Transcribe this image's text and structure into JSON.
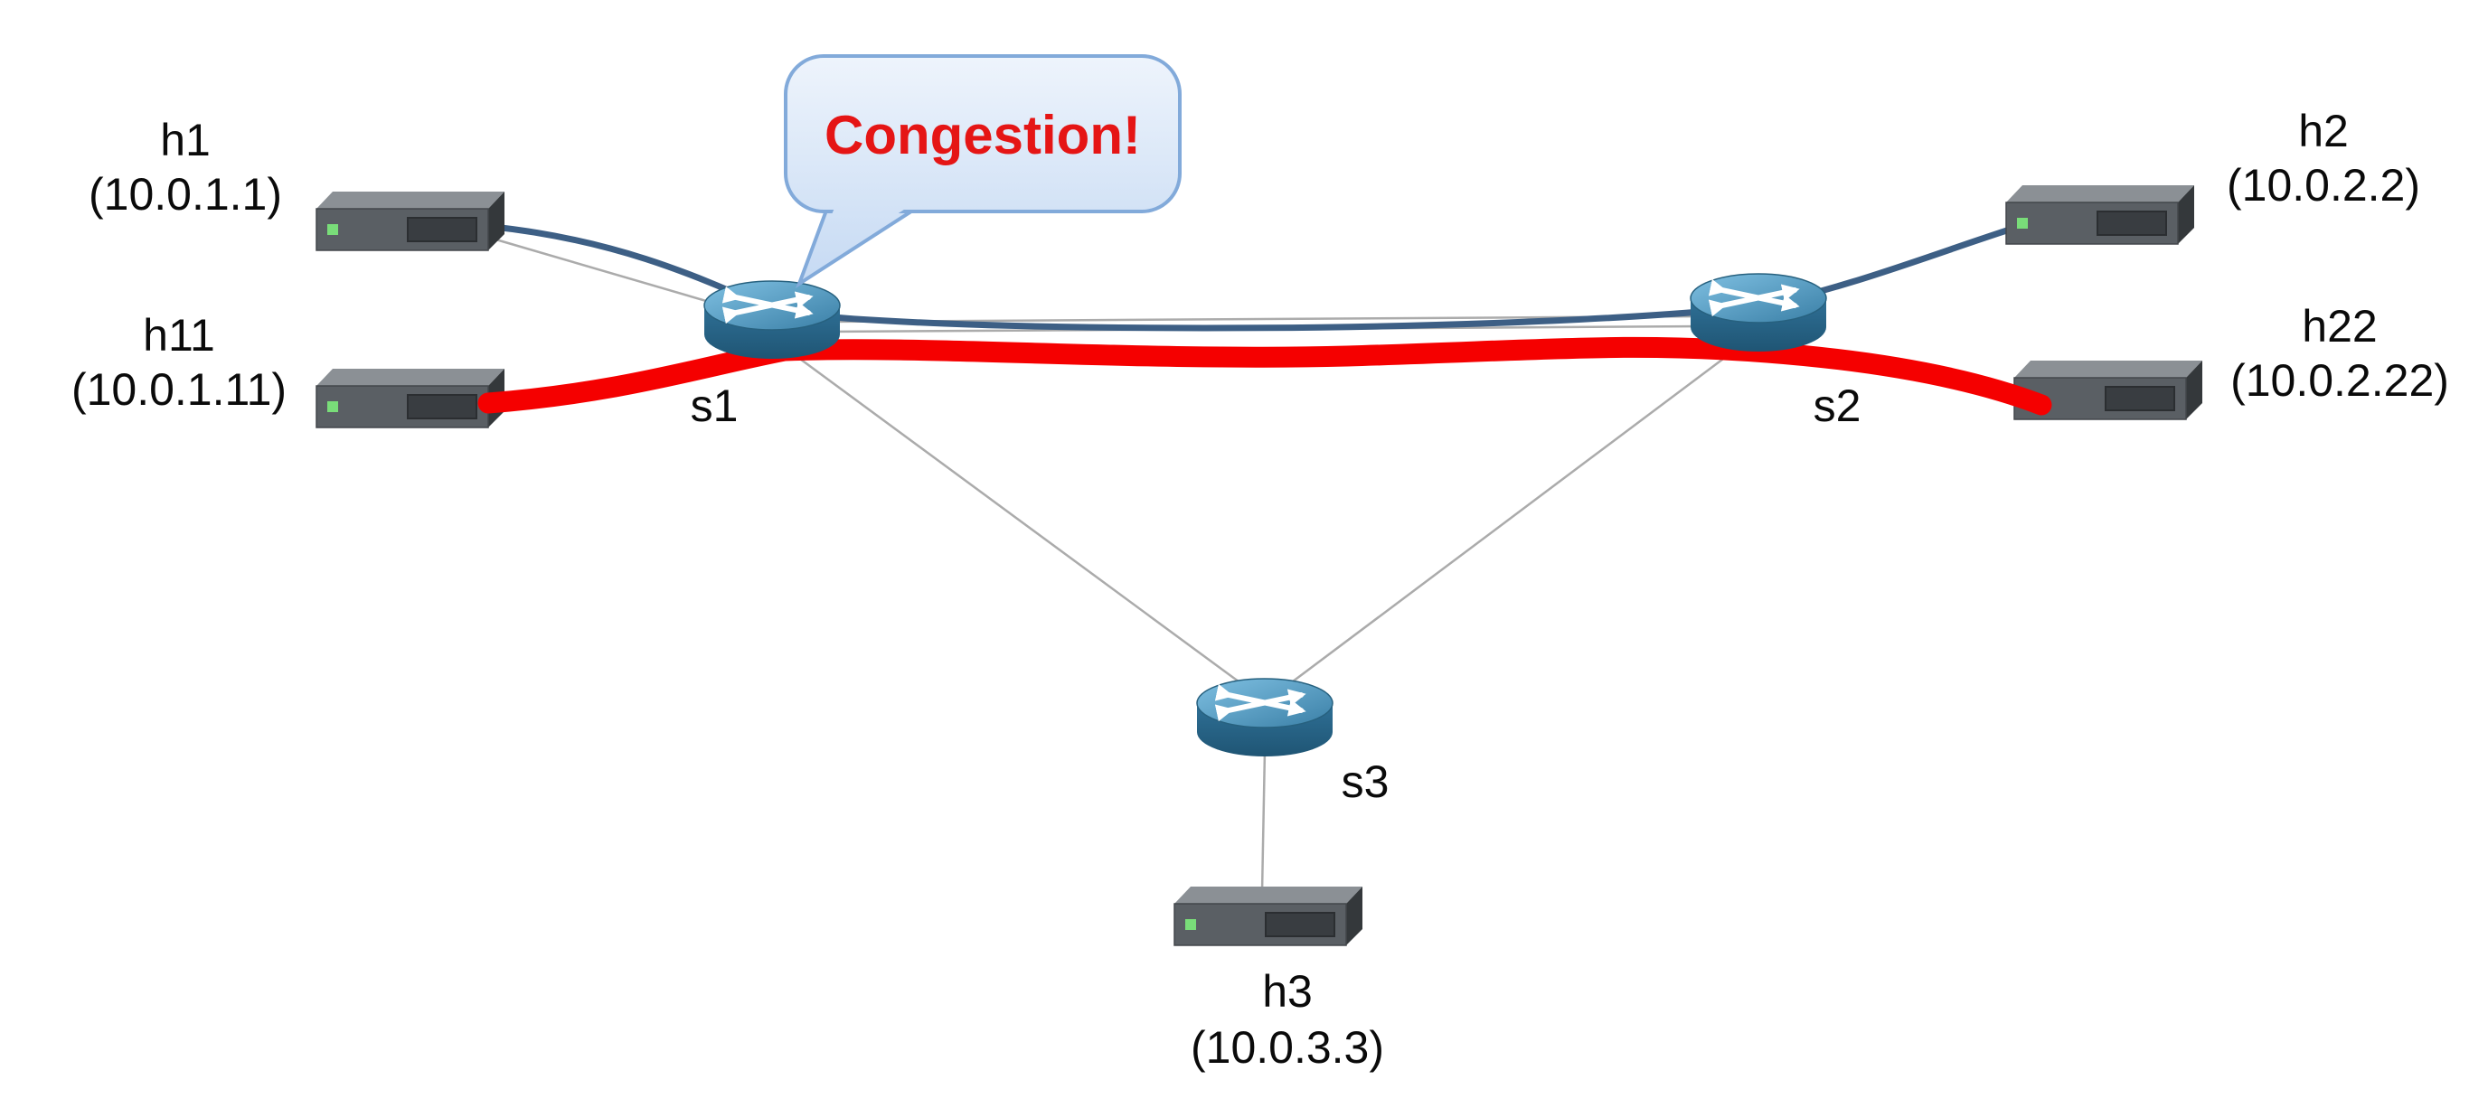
{
  "diagram": {
    "type": "network-topology",
    "annotation": {
      "congestion_label": "Congestion!"
    },
    "hosts": {
      "h1": {
        "name": "h1",
        "ip": "(10.0.1.1)"
      },
      "h11": {
        "name": "h11",
        "ip": "(10.0.1.11)"
      },
      "h2": {
        "name": "h2",
        "ip": "(10.0.2.2)"
      },
      "h22": {
        "name": "h22",
        "ip": "(10.0.2.22)"
      },
      "h3": {
        "name": "h3",
        "ip": "(10.0.3.3)"
      }
    },
    "switches": {
      "s1": {
        "name": "s1"
      },
      "s2": {
        "name": "s2"
      },
      "s3": {
        "name": "s3"
      }
    },
    "flows": {
      "congested_flow": "h11 - s1 - s2 - h22",
      "normal_flow": "h1 - s1 - s2 - h2",
      "idle_links": [
        "s1 - s3",
        "s2 - s3",
        "s3 - h3"
      ]
    },
    "colors": {
      "congested_path": "#f50000",
      "normal_path": "#3d5f85",
      "idle_link": "#ababab",
      "bubble_fill": "#d9e6f8",
      "bubble_border": "#82aada",
      "congestion_text": "#e51515"
    }
  }
}
